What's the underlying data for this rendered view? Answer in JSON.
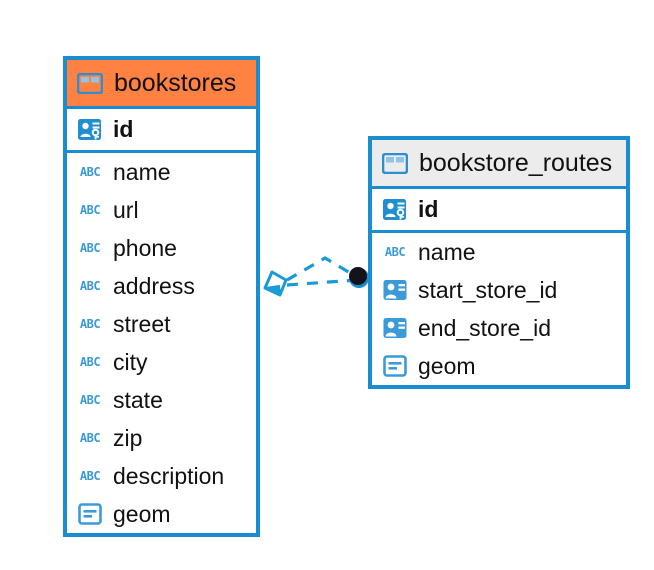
{
  "diagram": {
    "type": "entity-relationship-diagram",
    "colors": {
      "border_blue": "#1a8cd0",
      "header_accent_orange": "#ff8243",
      "header_neutral_gray": "#ececec",
      "icon_blue": "#3b9bd9",
      "text_black": "#111111",
      "connector_dash_blue": "#1a9ad6",
      "connector_endpoint_dark": "#14131a"
    },
    "entities": [
      {
        "name": "bookstores",
        "header_icon": "table-icon",
        "header_style": "accent",
        "fields": [
          {
            "label": "id",
            "icon": "primary-key-icon",
            "key": "primary"
          },
          {
            "label": "name",
            "icon": "string-abc-icon",
            "key": "none"
          },
          {
            "label": "url",
            "icon": "string-abc-icon",
            "key": "none"
          },
          {
            "label": "phone",
            "icon": "string-abc-icon",
            "key": "none"
          },
          {
            "label": "address",
            "icon": "string-abc-icon",
            "key": "none"
          },
          {
            "label": "street",
            "icon": "string-abc-icon",
            "key": "none"
          },
          {
            "label": "city",
            "icon": "string-abc-icon",
            "key": "none"
          },
          {
            "label": "state",
            "icon": "string-abc-icon",
            "key": "none"
          },
          {
            "label": "zip",
            "icon": "string-abc-icon",
            "key": "none"
          },
          {
            "label": "description",
            "icon": "string-abc-icon",
            "key": "none"
          },
          {
            "label": "geom",
            "icon": "geometry-icon",
            "key": "none"
          }
        ]
      },
      {
        "name": "bookstore_routes",
        "header_icon": "table-icon",
        "header_style": "neutral",
        "fields": [
          {
            "label": "id",
            "icon": "primary-key-icon",
            "key": "primary"
          },
          {
            "label": "name",
            "icon": "string-abc-icon",
            "key": "none"
          },
          {
            "label": "start_store_id",
            "icon": "foreign-key-icon",
            "key": "foreign"
          },
          {
            "label": "end_store_id",
            "icon": "foreign-key-icon",
            "key": "foreign"
          },
          {
            "label": "geom",
            "icon": "geometry-icon",
            "key": "none"
          }
        ]
      }
    ],
    "relationship": {
      "source_entity": "bookstores",
      "target_entity": "bookstore_routes",
      "source_marker": "rhombus-marker",
      "target_marker": "filled-circle-marker",
      "line_style": "dashed"
    },
    "labels": {
      "abc_glyph": "ABC"
    }
  }
}
